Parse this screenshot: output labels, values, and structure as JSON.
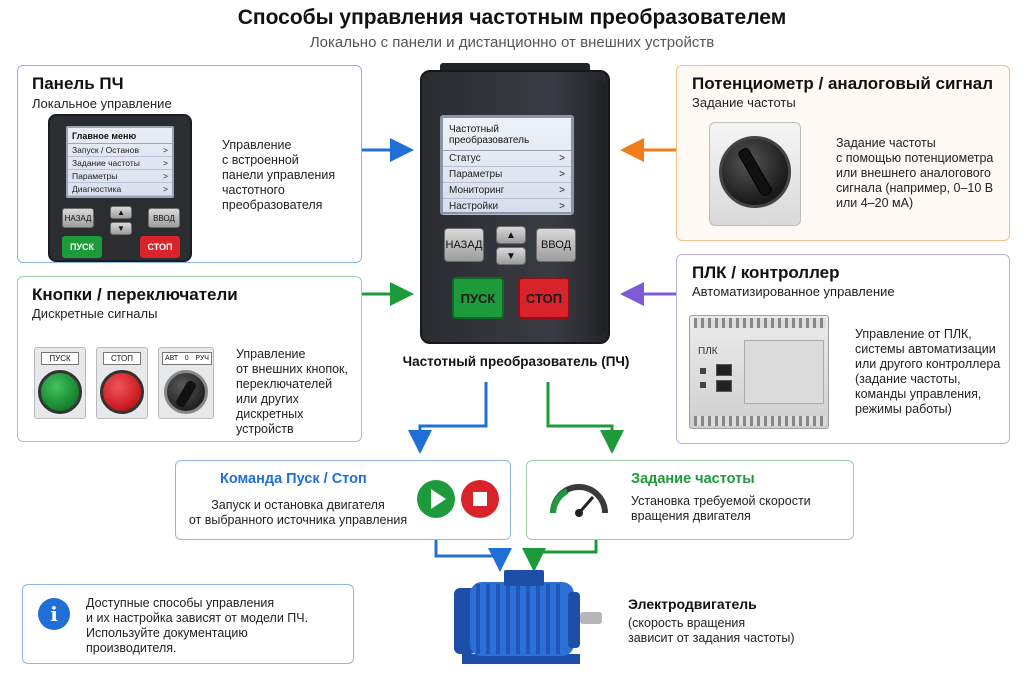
{
  "header": {
    "title": "Способы управления частотным преобразователем",
    "subtitle": "Локально с панели и дистанционно от внешних устройств"
  },
  "panel_card": {
    "title": "Панель ПЧ",
    "subtitle": "Локальное управление",
    "desc_lines": [
      "Управление",
      "с встроенной",
      "панели управления",
      "частотного",
      "преобразователя"
    ],
    "screen_title": "Главное меню",
    "screen_items": [
      "Запуск / Останов",
      "Задание частоты",
      "Параметры",
      "Диагностика"
    ],
    "btn_back": "НАЗАД",
    "btn_enter": "ВВОД",
    "btn_start": "ПУСК",
    "btn_stop": "СТОП",
    "chevron": ">"
  },
  "buttons_card": {
    "title": "Кнопки / переключатели",
    "subtitle": "Дискретные сигналы",
    "desc_lines": [
      "Управление",
      "от внешних кнопок,",
      "переключателей",
      "или других",
      "дискретных устройств"
    ],
    "label_start": "ПУСК",
    "label_stop": "СТОП",
    "label_auto": "АВТ",
    "label_zero": "0",
    "label_manual": "РУЧ"
  },
  "vfd": {
    "screen_title": "Частотный преобразователь",
    "screen_items": [
      "Статус",
      "Параметры",
      "Мониторинг",
      "Настройки"
    ],
    "btn_back": "НАЗАД",
    "btn_enter": "ВВОД",
    "btn_start": "ПУСК",
    "btn_stop": "СТОП",
    "label": "Частотный преобразователь (ПЧ)",
    "chevron": ">"
  },
  "pot_card": {
    "title": "Потенциометр / аналоговый сигнал",
    "subtitle": "Задание частоты",
    "desc_lines": [
      "Задание частоты",
      "с помощью потенциометра",
      "или внешнего аналогового",
      "сигнала (например, 0–10 В",
      "или 4–20 мА)"
    ]
  },
  "plc_card": {
    "title": "ПЛК / контроллер",
    "subtitle": "Автоматизированное управление",
    "device_label": "ПЛК",
    "desc_lines": [
      "Управление от ПЛК,",
      "системы автоматизации",
      "или другого контроллера",
      "(задание частоты,",
      "команды управления,",
      "режимы работы)"
    ]
  },
  "start_stop_box": {
    "title": "Команда Пуск / Стоп",
    "desc_lines": [
      "Запуск и остановка двигателя",
      "от выбранного источника управления"
    ]
  },
  "freq_box": {
    "title": "Задание частоты",
    "desc_lines": [
      "Установка требуемой скорости",
      "вращения двигателя"
    ]
  },
  "info": {
    "icon": "i",
    "lines": [
      "Доступные способы управления",
      "и их настройка зависят от модели ПЧ.",
      "Используйте документацию",
      "производителя."
    ]
  },
  "motor": {
    "title": "Электродвигатель",
    "lines": [
      "(скорость вращения",
      "зависит от задания частоты)"
    ]
  },
  "colors": {
    "blue": "#1f6fd6",
    "green": "#1d9a3a",
    "orange": "#f07c1a",
    "purple": "#7b5cd6",
    "red": "#d9232a"
  }
}
